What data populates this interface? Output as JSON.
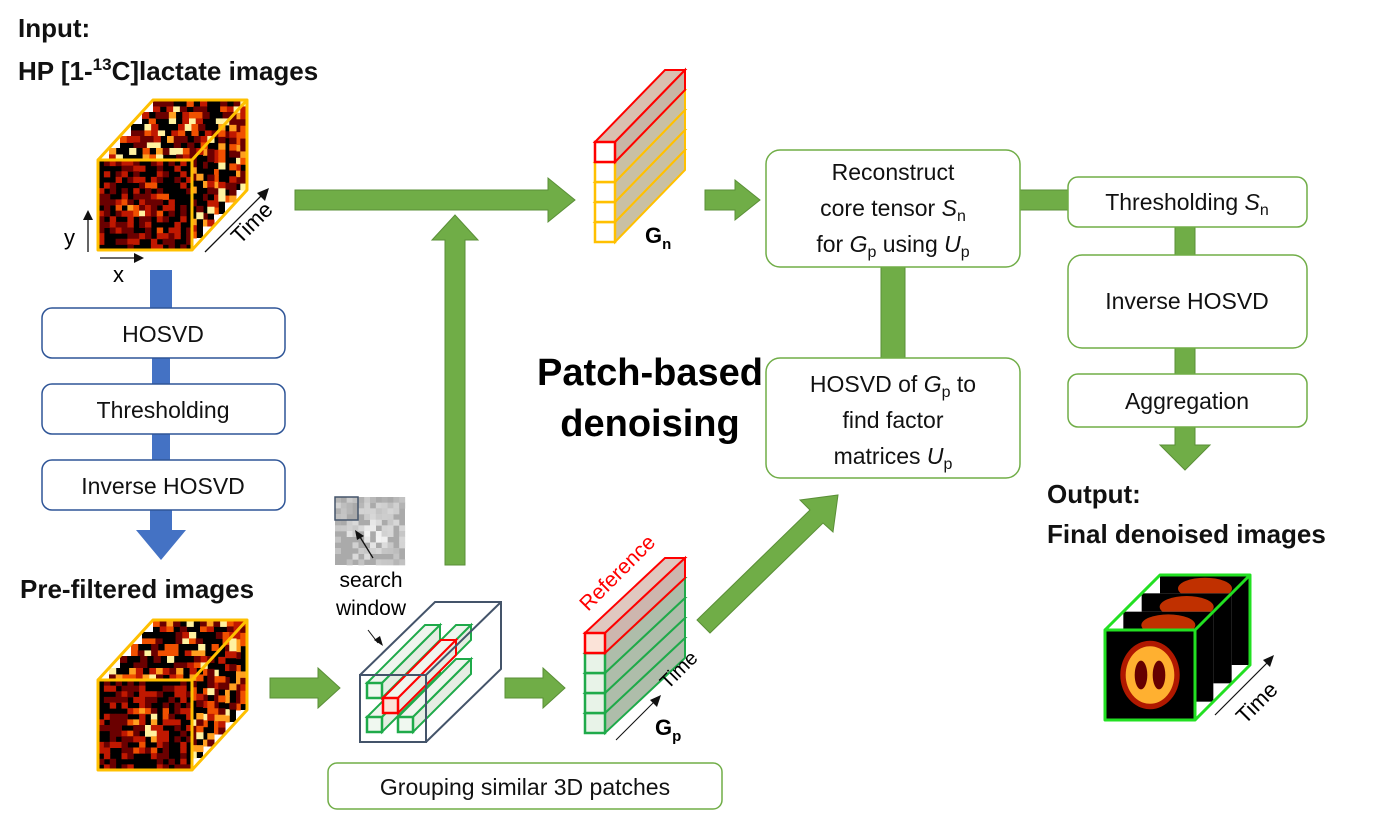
{
  "input": {
    "line1": "Input:",
    "line2_pre": "HP [1-",
    "line2_sup": "13",
    "line2_post": "C]lactate images"
  },
  "axes": {
    "y": "y",
    "x": "x",
    "time": "Time"
  },
  "prefilter_steps": [
    "HOSVD",
    "Thresholding",
    "Inverse HOSVD"
  ],
  "prefiltered_label": "Pre-filtered images",
  "search_window": {
    "line1": "search",
    "line2": "window"
  },
  "grouping_label": "Grouping similar 3D patches",
  "reference_label": "Reference",
  "gp_label": {
    "main": "G",
    "sub": "p"
  },
  "gn_label": {
    "main": "G",
    "sub": "n"
  },
  "title": {
    "line1": "Patch-based",
    "line2": "denoising"
  },
  "reconstruct_box": {
    "line1": "Reconstruct",
    "line2_pre": "core tensor ",
    "line2_var": "S",
    "line2_sub": "n",
    "line3_pre": "for ",
    "line3_var1": "G",
    "line3_sub1": "p",
    "line3_mid": " using ",
    "line3_var2": "U",
    "line3_sub2": "p"
  },
  "hosvd_gp_box": {
    "line1_pre": "HOSVD of ",
    "line1_var": "G",
    "line1_sub": "p",
    "line1_post": " to",
    "line2": "find factor",
    "line3_pre": "matrices ",
    "line3_var": "U",
    "line3_sub": "p"
  },
  "post_steps": {
    "thresholding_pre": "Thresholding ",
    "thresholding_var": "S",
    "thresholding_sub": "n",
    "inverse": "Inverse HOSVD",
    "aggregation": "Aggregation"
  },
  "output": {
    "line1": "Output:",
    "line2": "Final denoised images"
  },
  "colors": {
    "green_arrow": "#70AD47",
    "blue_arrow": "#4472C4",
    "blue_border": "#2F5597",
    "input_cube": "#FFC000",
    "output_cube": "#22E022",
    "reference": "#FF0000",
    "patch_green": "#1FAA4A"
  }
}
